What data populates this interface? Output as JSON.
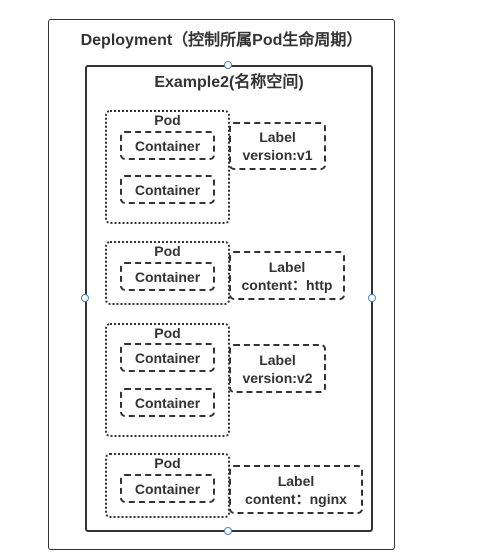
{
  "deployment": {
    "title": "Deployment（控制所属Pod生命周期）"
  },
  "namespace": {
    "title": "Example2(名称空间)"
  },
  "pods": [
    {
      "label": "Pod",
      "containers": [
        "Container",
        "Container"
      ],
      "tag": {
        "title": "Label",
        "value": "version:v1"
      }
    },
    {
      "label": "Pod",
      "containers": [
        "Container"
      ],
      "tag": {
        "title": "Label",
        "value": "content：http"
      }
    },
    {
      "label": "Pod",
      "containers": [
        "Container",
        "Container"
      ],
      "tag": {
        "title": "Label",
        "value": "version:v2"
      }
    },
    {
      "label": "Pod",
      "containers": [
        "Container"
      ],
      "tag": {
        "title": "Label",
        "value": "content：nginx"
      }
    }
  ]
}
